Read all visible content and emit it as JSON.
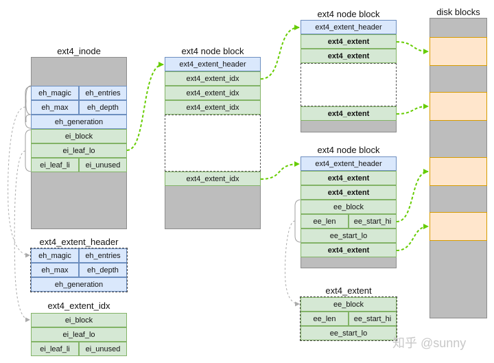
{
  "inode": {
    "title": "ext4_inode",
    "rows": {
      "eh_magic": "eh_magic",
      "eh_entries": "eh_entries",
      "eh_max": "eh_max",
      "eh_depth": "eh_depth",
      "eh_generation": "eh_generation",
      "ei_block": "ei_block",
      "ei_leaf_lo": "ei_leaf_lo",
      "ei_leaf_li": "ei_leaf_li",
      "ei_unused": "ei_unused"
    }
  },
  "extent_header_legend": {
    "title": "ext4_extent_header",
    "eh_magic": "eh_magic",
    "eh_entries": "eh_entries",
    "eh_max": "eh_max",
    "eh_depth": "eh_depth",
    "eh_generation": "eh_generation"
  },
  "extent_idx_legend": {
    "title": "ext4_extent_idx",
    "ei_block": "ei_block",
    "ei_leaf_lo": "ei_leaf_lo",
    "ei_leaf_li": "ei_leaf_li",
    "ei_unused": "ei_unused"
  },
  "node_mid": {
    "title": "ext4 node block",
    "header": "ext4_extent_header",
    "idx1": "ext4_extent_idx",
    "idx2": "ext4_extent_idx",
    "idx3": "ext4_extent_idx",
    "idx_last": "ext4_extent_idx"
  },
  "node_top": {
    "title": "ext4 node block",
    "header": "ext4_extent_header",
    "ext1": "ext4_extent",
    "ext2": "ext4_extent",
    "ext_last": "ext4_extent"
  },
  "node_bottom": {
    "title": "ext4 node block",
    "header": "ext4_extent_header",
    "ext1": "ext4_extent",
    "ext2": "ext4_extent",
    "ee_block": "ee_block",
    "ee_len": "ee_len",
    "ee_start_hi": "ee_start_hi",
    "ee_start_lo": "ee_start_lo",
    "ext_last": "ext4_extent"
  },
  "extent_legend": {
    "title": "ext4_extent",
    "ee_block": "ee_block",
    "ee_len": "ee_len",
    "ee_start_hi": "ee_start_hi",
    "ee_start_lo": "ee_start_lo"
  },
  "disk": {
    "title": "disk blocks"
  },
  "watermark": "知乎 @sunny",
  "colors": {
    "arrow": "#66cc00",
    "bracket": "#9e9e9e",
    "header": "#dae8fc",
    "entry": "#d5e8d4",
    "data": "#ffe6cc"
  }
}
